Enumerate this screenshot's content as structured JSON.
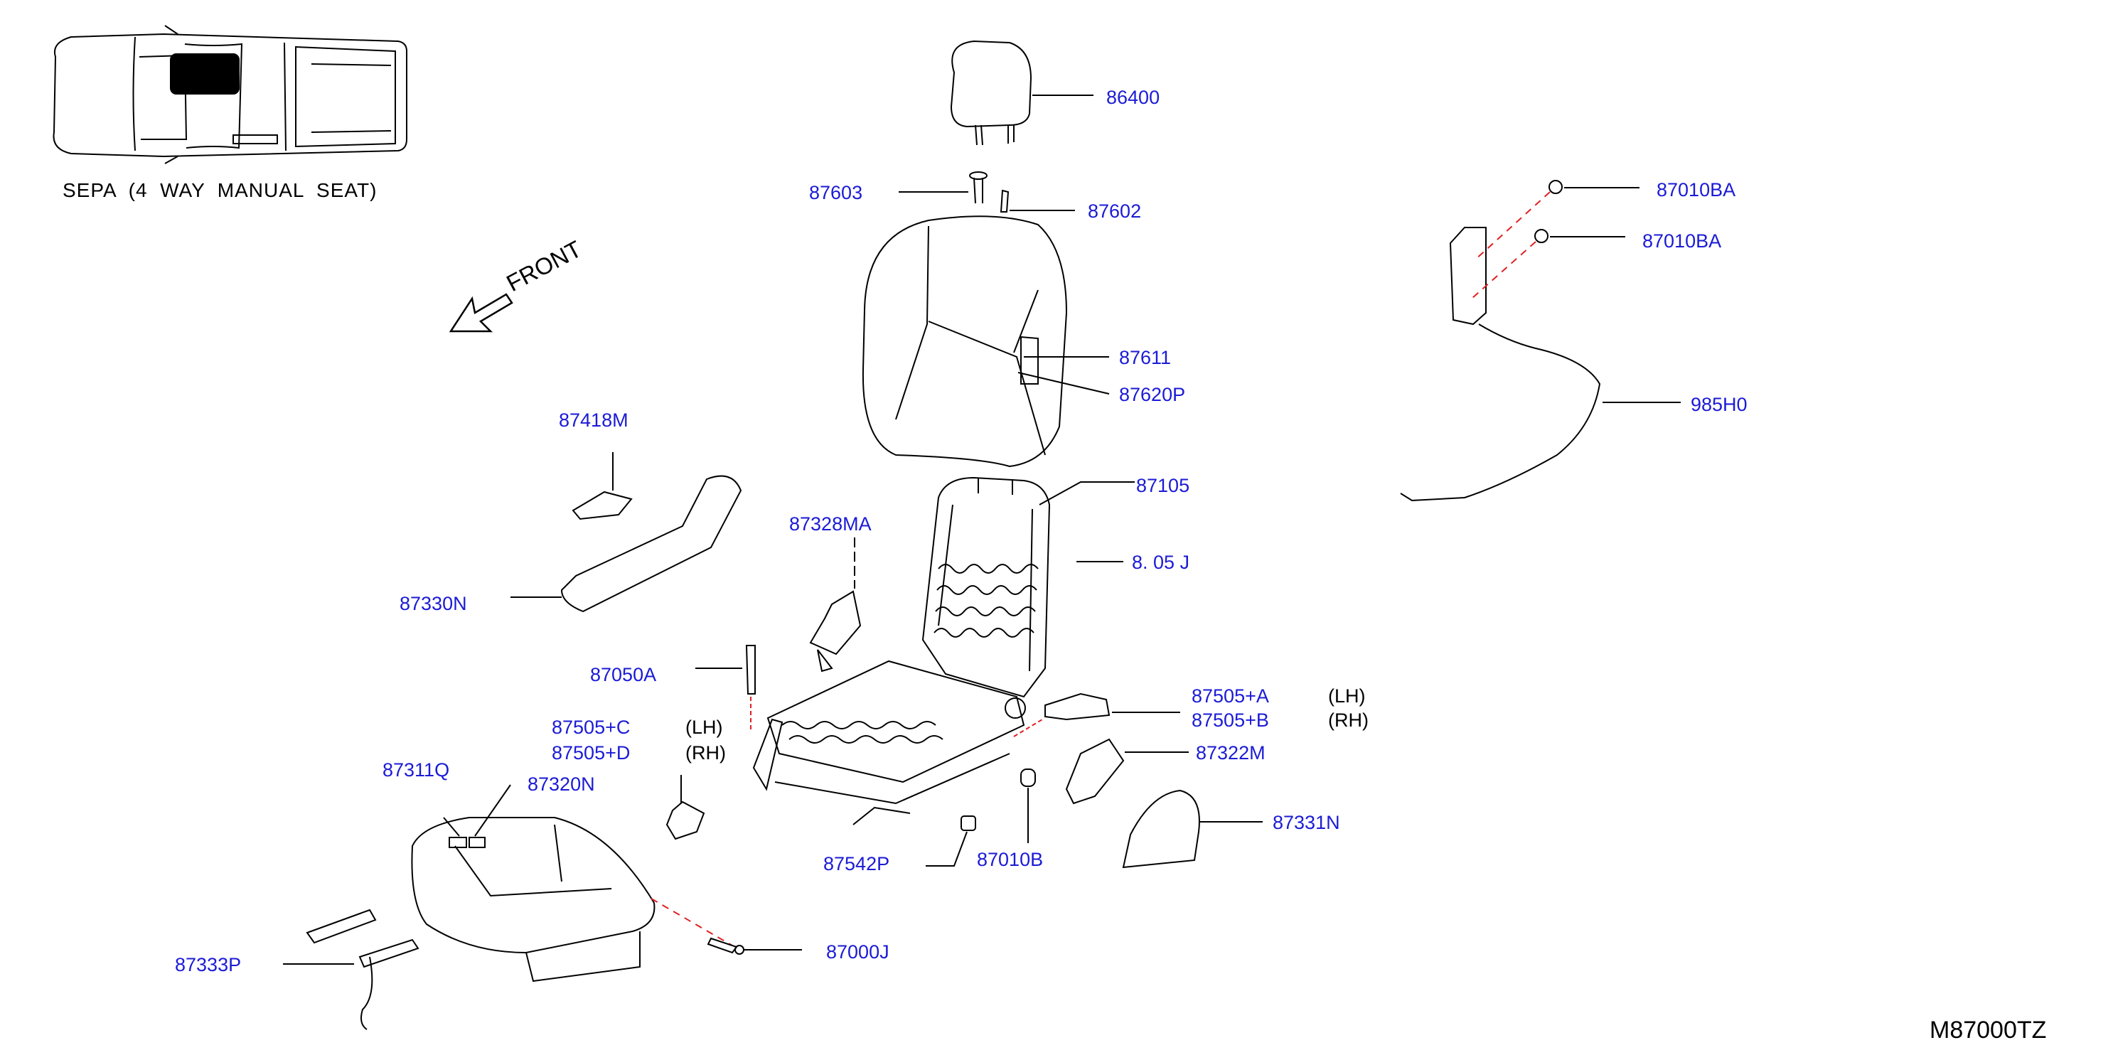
{
  "caption": "SEPA  (4  WAY  MANUAL  SEAT)",
  "front_label": "FRONT",
  "diagram_code": "M87000TZ",
  "parts": [
    {
      "id": "p86400",
      "text": "86400"
    },
    {
      "id": "p87603",
      "text": "87603"
    },
    {
      "id": "p87602",
      "text": "87602"
    },
    {
      "id": "p87611",
      "text": "87611"
    },
    {
      "id": "p87620P",
      "text": "87620P"
    },
    {
      "id": "p87105",
      "text": "87105"
    },
    {
      "id": "p8705J",
      "text": "8.  05 J"
    },
    {
      "id": "p87328MA",
      "text": "87328MA"
    },
    {
      "id": "p87418M",
      "text": "87418M"
    },
    {
      "id": "p87330N",
      "text": "87330N"
    },
    {
      "id": "p87050A",
      "text": "87050A"
    },
    {
      "id": "p87505C",
      "text": "87505+C"
    },
    {
      "id": "p87505D",
      "text": "87505+D"
    },
    {
      "id": "p87311Q",
      "text": "87311Q"
    },
    {
      "id": "p87320N",
      "text": "87320N"
    },
    {
      "id": "p87333P",
      "text": "87333P"
    },
    {
      "id": "p87000J",
      "text": "87000J"
    },
    {
      "id": "p87542P",
      "text": "87542P"
    },
    {
      "id": "p87010B",
      "text": "87010B"
    },
    {
      "id": "p87505A",
      "text": "87505+A"
    },
    {
      "id": "p87505B",
      "text": "87505+B"
    },
    {
      "id": "p87322M",
      "text": "87322M"
    },
    {
      "id": "p87331N",
      "text": "87331N"
    },
    {
      "id": "p87010BA1",
      "text": "87010BA"
    },
    {
      "id": "p87010BA2",
      "text": "87010BA"
    },
    {
      "id": "p985H0",
      "text": "985H0"
    }
  ],
  "side_notes": {
    "lh": "(LH)",
    "rh": "(RH)"
  }
}
